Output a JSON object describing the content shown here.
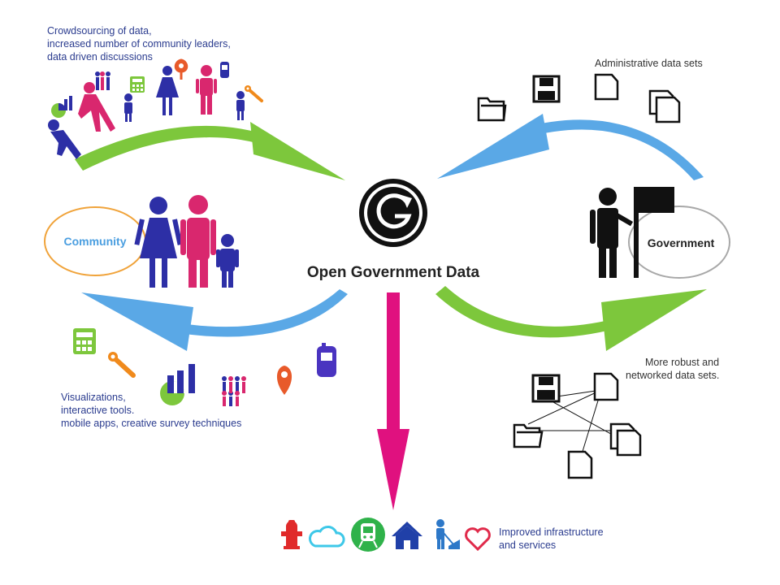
{
  "center": {
    "title": "Open Government Data"
  },
  "nodes": {
    "community": "Community",
    "government": "Government"
  },
  "annotations": {
    "crowdsourcing": [
      "Crowdsourcing of data,",
      "increased number of community leaders,",
      "data driven discussions"
    ],
    "administrative": "Administrative  data sets",
    "robust": [
      "More robust and",
      "networked data sets."
    ],
    "visualizations": [
      "Visualizations,",
      "interactive tools.",
      "mobile apps, creative survey techniques"
    ],
    "improved": [
      "Improved infrastructure",
      "and services"
    ]
  },
  "colors": {
    "green_arrow": "#7dc73c",
    "blue_arrow": "#5aa8e6",
    "magenta_arrow": "#e0117f",
    "blue_person": "#2d2fa6",
    "pink_person": "#d9276e",
    "community_text": "#4a9ee0",
    "community_ring": "#f0a33a",
    "government_ring": "#a8a8a8"
  },
  "icons": {
    "top_left": [
      "pie-chart-icon",
      "person-blue-icon",
      "person-pink-icon",
      "people-group-icon",
      "person-blue-small-icon",
      "calculator-icon",
      "woman-icon",
      "map-pin-icon",
      "man-pink-icon",
      "phone-icon",
      "person-small-icon",
      "wrench-icon"
    ],
    "top_right": [
      "folder-icon",
      "floppy-disk-icon",
      "document-icon",
      "documents-icon"
    ],
    "bottom_left": [
      "calculator-icon",
      "wrench-icon",
      "bar-chart-icon",
      "people-group-icon",
      "map-pin-icon",
      "phone-icon"
    ],
    "bottom_right": [
      "floppy-disk-icon",
      "document-icon",
      "folder-icon",
      "documents-icon",
      "document-icon"
    ],
    "bottom": [
      "fire-hydrant-icon",
      "cloud-icon",
      "train-icon",
      "house-icon",
      "worker-icon",
      "heart-icon"
    ]
  }
}
